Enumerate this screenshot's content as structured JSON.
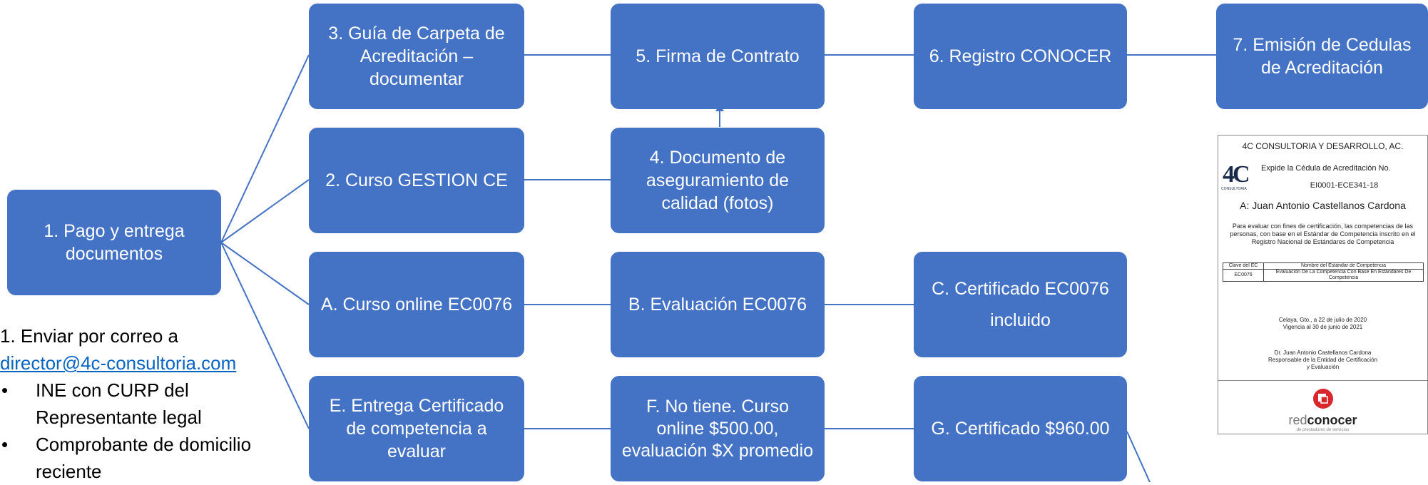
{
  "boxes": {
    "step1": "1. Pago y entrega\ndocumentos",
    "step2": "2. Curso GESTION CE",
    "step3": "3. Guía de Carpeta de\nAcreditación –\ndocumentar",
    "step4": "4. Documento de\naseguramiento de\ncalidad (fotos)",
    "step5": "5. Firma de Contrato",
    "step6": "6. Registro CONOCER",
    "step7": "7. Emisión de Cedulas\nde Acreditación",
    "stepA": "A. Curso online EC0076",
    "stepB": "B. Evaluación EC0076",
    "stepC": "C. Certificado EC0076\nincluido",
    "stepE": "E. Entrega Certificado\nde competencia a\nevaluar",
    "stepF": "F. No tiene. Curso\nonline $500.00,\nevaluación $X promedio",
    "stepG": "G. Certificado $960.00"
  },
  "notes": {
    "line1": "1.   Enviar por correo a",
    "email": "director@4c-consultoria.com",
    "bullets": [
      "INE con CURP del Representante legal",
      "Comprobante de domicilio reciente"
    ],
    "bullet_glyph": "•"
  },
  "certificate": {
    "header": "4C CONSULTORIA Y DESARROLLO, AC.",
    "logo_text": "4C",
    "logo_sub": "CONSULTORIA",
    "issued": "Expide la Cédula de Acreditación No.",
    "number": "EI0001-ECE341-18",
    "recipient": "A: Juan Antonio Castellanos Cardona",
    "paragraph": "Para evaluar con fines de certificación, las competencias de las personas, con base en el Estándar de Competencia inscrito en el Registro Nacional de Estándares de Competencia",
    "table_headers": [
      "Clave del EC",
      "Nombre del Estándar de Competencia"
    ],
    "table_row": [
      "EC0076",
      "Evaluación De La Competencia Con Base En Estándares De Competencia"
    ],
    "date_line1": "Celaya, Gto., a 22 de julio de 2020",
    "date_line2": "Vigencia al 30 de junio de 2021",
    "sign_line1": "Dr. Juan Antonio Castellanos Cardona",
    "sign_line2": "Responsable de la Entidad de Certificación",
    "sign_line3": "y Evaluación",
    "red_logo_a": "red",
    "red_logo_b": "conocer",
    "red_logo_sub": "de prestadores de servicios"
  },
  "colors": {
    "box": "#4472c4",
    "line": "#4472c4",
    "red": "#d9262c"
  }
}
